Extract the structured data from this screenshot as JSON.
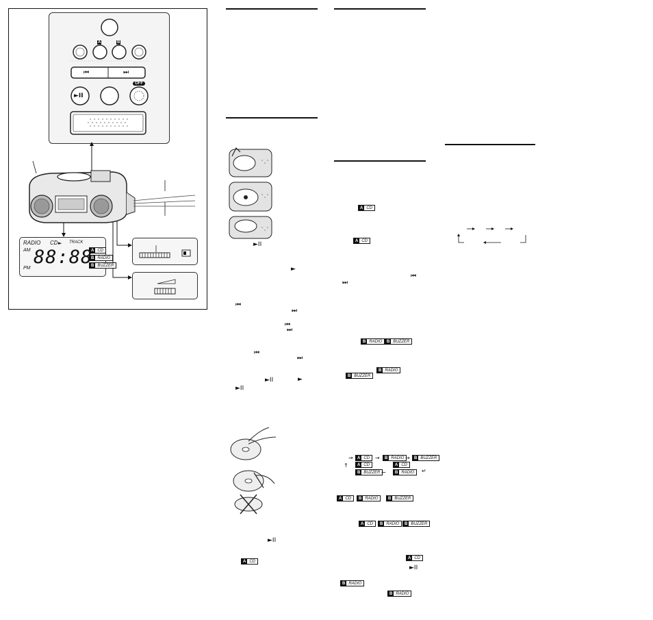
{
  "diagram": {
    "display": {
      "radio_label": "RADIO",
      "am_label": "AM",
      "pm_label": "PM",
      "cd_label": "CD",
      "track_label": "TRACK",
      "digits": "88:88",
      "alarm_tags": [
        {
          "key": "A",
          "text": "CD"
        },
        {
          "key": "B",
          "text": "RADIO"
        },
        {
          "key": "B",
          "text": "BUZZER"
        }
      ]
    },
    "panel_buttons": {
      "key_a": "A",
      "key_b": "B",
      "off_label": "OFF",
      "prev_glyph": "⏮",
      "next_glyph": "⏭",
      "play_glyph": "►II"
    }
  },
  "glyphs": {
    "play": "►",
    "play_pause": "►II",
    "prev": "⏮",
    "next": "⏭"
  },
  "alarm_tags": {
    "a_cd": {
      "key": "A",
      "text": "CD"
    },
    "b_radio": {
      "key": "B",
      "text": "RADIO"
    },
    "b_buzzer": {
      "key": "B",
      "text": "BUZZER"
    }
  },
  "colors": {
    "ink": "#111111",
    "panel_fill": "#f2f2f2",
    "tag_key": "#111111"
  }
}
